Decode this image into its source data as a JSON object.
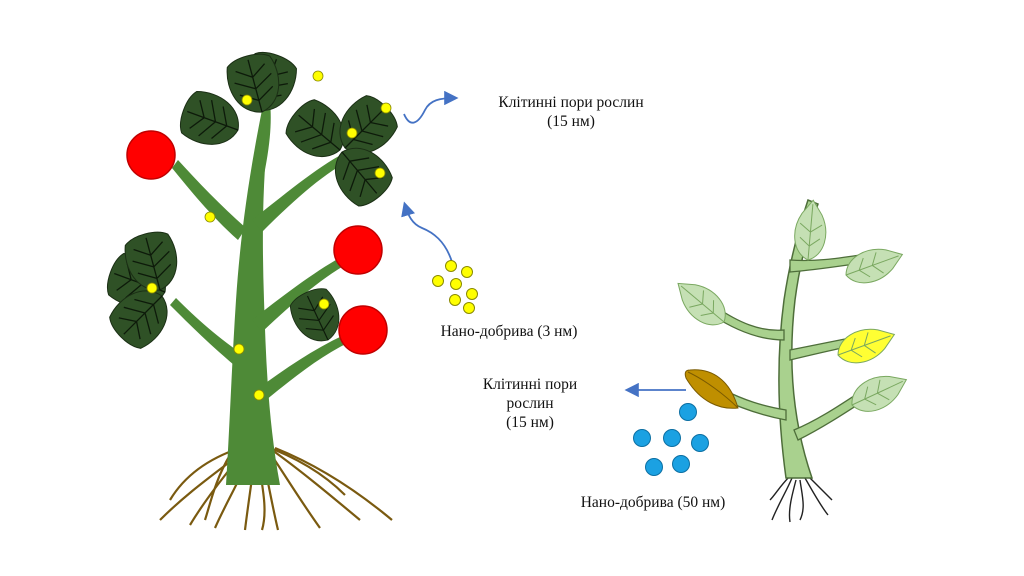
{
  "labels": {
    "left_pores_line1": "Клітинні пори рослин",
    "left_pores_line2": "(15 нм)",
    "left_nano": "Нано-добрива (3 нм)",
    "right_pores_line1": "Клітинні пори",
    "right_pores_line2": "рослин",
    "right_pores_line3": "(15 нм)",
    "right_nano": "Нано-добрива (50 нм)"
  },
  "colors": {
    "dark_leaf": "#2f5126",
    "stem_dark": "#4e8a37",
    "fruit_red": "#ff0000",
    "nano_yellow": "#ffff00",
    "root_brown": "#7a5a10",
    "light_stem": "#a9d18e",
    "light_leaf": "#c5e0b4",
    "yellow_leaf": "#ffff33",
    "brown_leaf": "#bf8f00",
    "nano_blue": "#1ba1e2",
    "arrow_blue": "#4472c4"
  },
  "icons": {
    "plant_left": "healthy-tomato-plant",
    "plant_right": "weak-young-plant"
  }
}
